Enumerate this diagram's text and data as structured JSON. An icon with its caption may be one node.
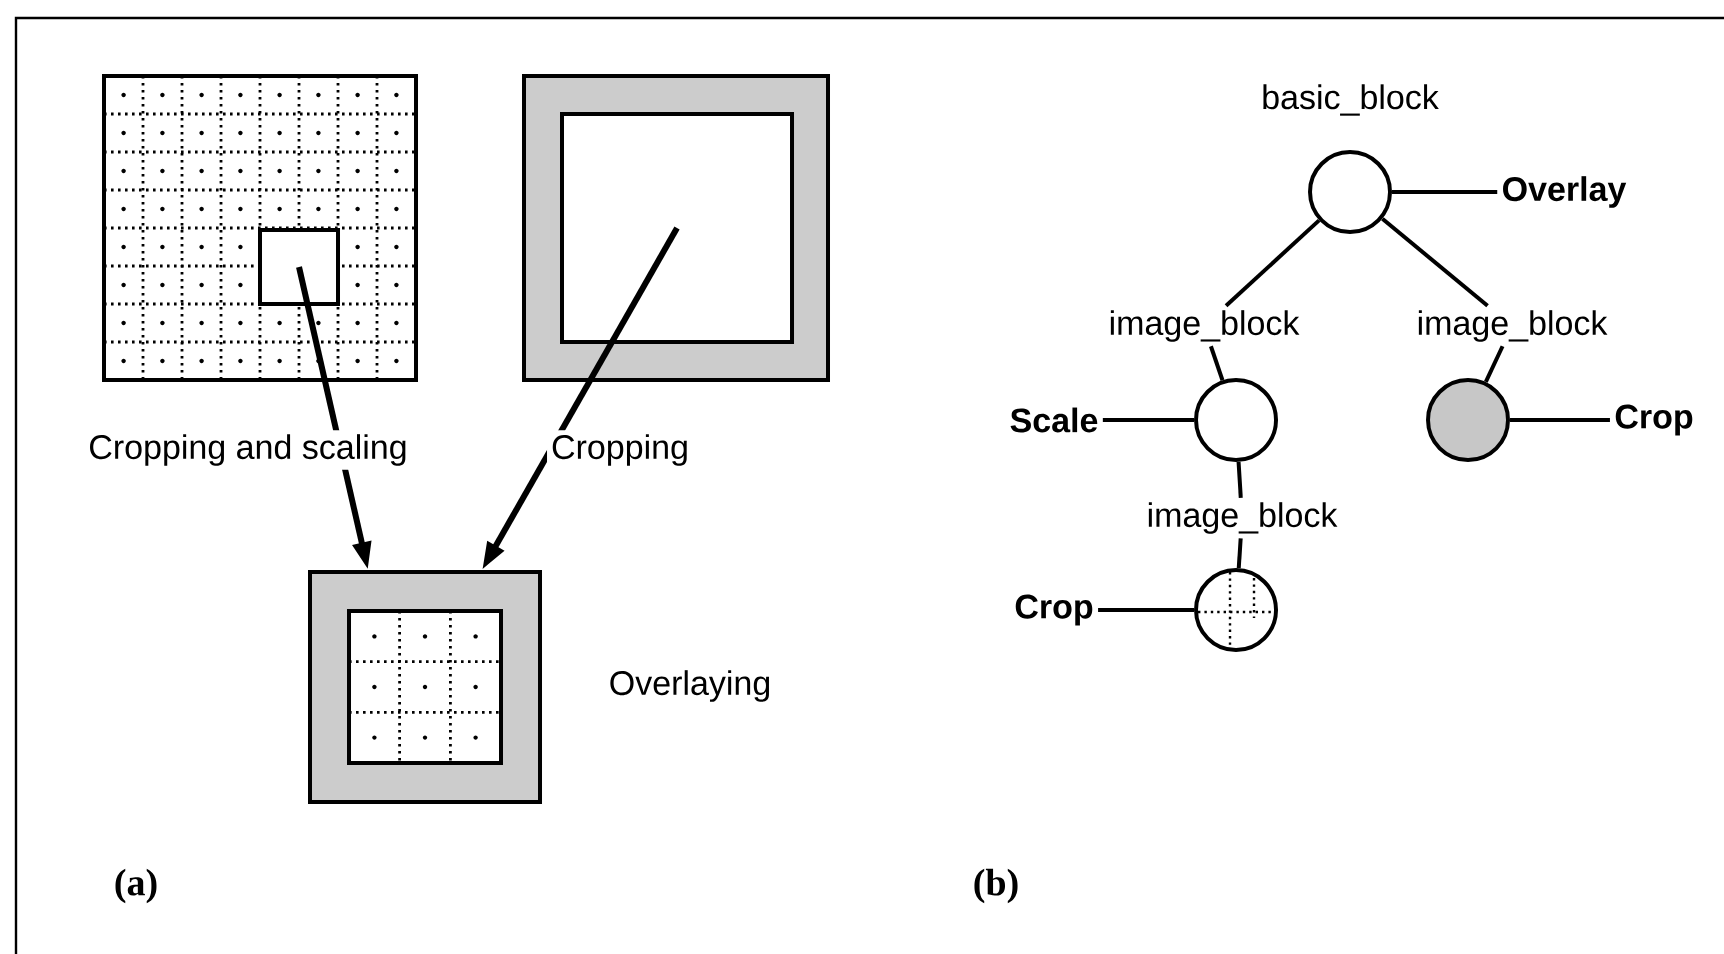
{
  "diagram": {
    "nodes": [
      {
        "text": [],
        "shape": "box"
      },
      {
        "text": [],
        "shape": "box",
        "in": 0
      },
      {
        "text": [],
        "shape": "box"
      },
      {
        "text": [],
        "shape": "box",
        "in": 2
      },
      {
        "text": [],
        "shape": "box",
        "beside": [
          "Overlaying"
        ]
      },
      {
        "text": [
          "basic_block"
        ]
      },
      {
        "text": [
          "Overlay"
        ]
      },
      {
        "text": [
          "image_block"
        ]
      },
      {
        "text": [
          "Scale"
        ]
      },
      {
        "text": [
          "image_block"
        ]
      },
      {
        "text": [
          "Crop"
        ]
      },
      {
        "text": [
          "image_block"
        ]
      },
      {
        "text": [
          "Crop"
        ]
      }
    ],
    "edges": [
      {
        "from": 1,
        "to": 4,
        "arrow": "to",
        "label": "Cropping and scaling"
      },
      {
        "from": 3,
        "to": 4,
        "arrow": "to",
        "label": "Cropping"
      },
      {
        "from": 5,
        "to": 6,
        "arrow": "none"
      },
      {
        "from": 5,
        "to": 7,
        "arrow": "none"
      },
      {
        "from": 5,
        "to": 9,
        "arrow": "none"
      },
      {
        "from": 8,
        "to": 7,
        "arrow": "none"
      },
      {
        "from": 7,
        "to": 11,
        "arrow": "none"
      },
      {
        "from": 10,
        "to": 9,
        "arrow": "none"
      },
      {
        "from": 12,
        "to": 11,
        "arrow": "none"
      }
    ],
    "labels": [
      "(a)",
      "(b)"
    ]
  }
}
